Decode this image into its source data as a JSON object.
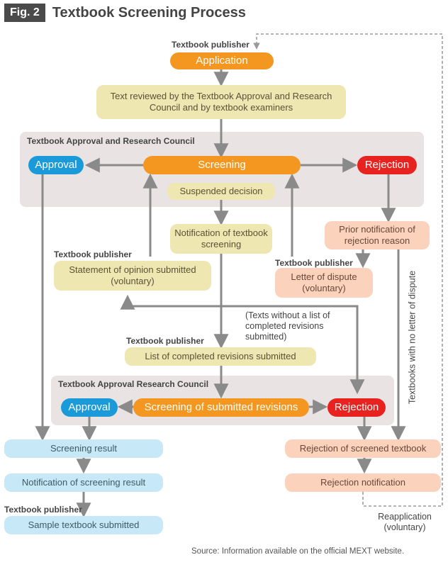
{
  "header": {
    "fig_label": "Fig. 2",
    "title": "Textbook Screening Process"
  },
  "regions": {
    "council_top": "Textbook Approval and Research Council",
    "council_bottom": "Textbook Approval Research Council"
  },
  "publisher_labels": {
    "top": "Textbook publisher",
    "opinion": "Textbook publisher",
    "dispute": "Textbook publisher",
    "revisions": "Textbook publisher",
    "sample": "Textbook publisher"
  },
  "nodes": {
    "application": "Application",
    "reviewed": "Text reviewed by the Textbook Approval and Research Council and by textbook examiners",
    "approval_top": "Approval",
    "screening": "Screening",
    "rejection_top": "Rejection",
    "suspended": "Suspended decision",
    "notification": "Notification of textbook screening",
    "prior_notification": "Prior notification of rejection reason",
    "statement": "Statement of opinion submitted (voluntary)",
    "dispute": "Letter of dispute (voluntary)",
    "revisions_list": "List of completed revisions submitted",
    "approval_bottom": "Approval",
    "screening_revisions": "Screening of submitted revisions",
    "rejection_bottom": "Rejection",
    "screening_result": "Screening result",
    "rejection_screened": "Rejection of screened textbook",
    "notification_result": "Notification of screening result",
    "rejection_notification": "Rejection notification",
    "sample_submitted": "Sample textbook submitted"
  },
  "notes": {
    "texts_without": "(Texts without a list of completed revisions submitted)",
    "no_dispute": "Textbooks with no letter of dispute",
    "reapplication": "Reapplication (voluntary)"
  },
  "source": "Source: Information available on the official MEXT website.",
  "colors": {
    "orange": "#f39720",
    "blue": "#1a9ad8",
    "red": "#e8231f",
    "yellow": "#efe7b1",
    "peach": "#fbd3bc",
    "light_blue": "#c7e8f6",
    "region": "#e9e4e3",
    "arrow": "#8a8a8a"
  }
}
